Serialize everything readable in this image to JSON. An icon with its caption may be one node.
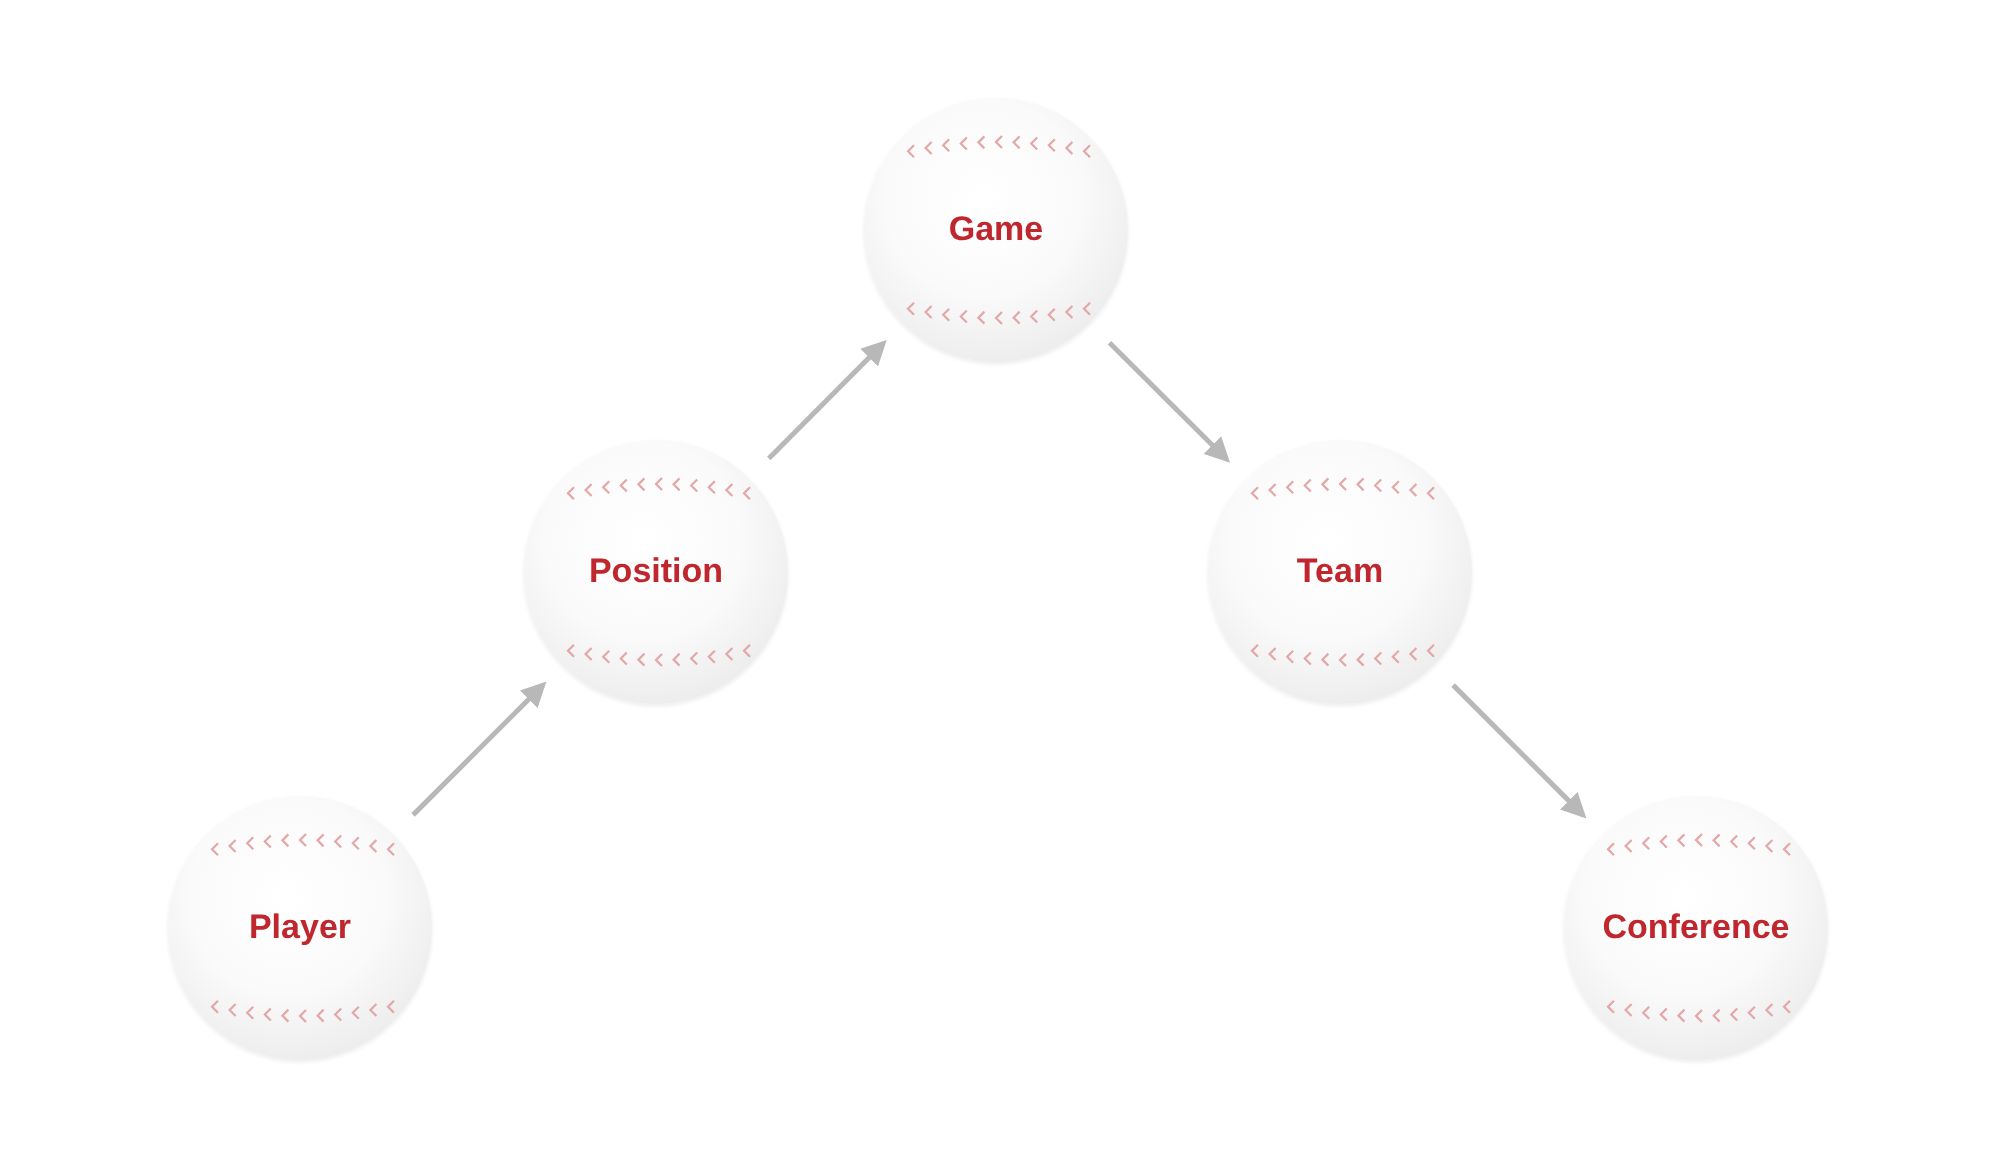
{
  "diagram": {
    "nodes": [
      {
        "text": [
          "Player"
        ]
      },
      {
        "text": [
          "Position"
        ]
      },
      {
        "text": [
          "Game"
        ]
      },
      {
        "text": [
          "Team"
        ]
      },
      {
        "text": [
          "Conference"
        ]
      }
    ],
    "edges": [
      {
        "from": 0,
        "to": 1,
        "arrow": "to"
      },
      {
        "from": 1,
        "to": 2,
        "arrow": "to"
      },
      {
        "from": 2,
        "to": 3,
        "arrow": "to"
      },
      {
        "from": 3,
        "to": 4,
        "arrow": "to"
      }
    ]
  }
}
